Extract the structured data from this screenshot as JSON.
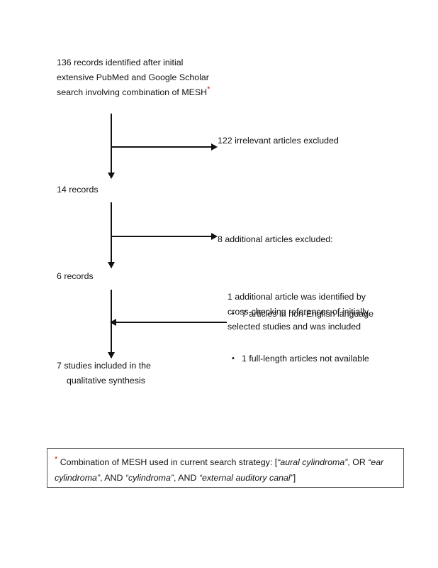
{
  "diagram": {
    "type": "prisma-flow-diagram",
    "stages": {
      "identified": {
        "text": "136 records identified after initial extensive PubMed and Google Scholar search involving combination of MESH",
        "marker": "*"
      },
      "records_14": "14 records",
      "records_6": "6 records",
      "final_line1": "7 studies included in the",
      "final_line2": "qualitative synthesis"
    },
    "exclusions": {
      "first": "122 irrelevant articles excluded",
      "second_lead": "8 additional articles excluded:",
      "second_items": [
        "7 articles in non-English language",
        "1 full-length articles not available"
      ]
    },
    "addition": {
      "text": "1 additional article was identified by cross-checking references of initially selected studies and was included"
    }
  },
  "footnote": {
    "marker": "*",
    "part1": " Combination of MESH used in current search strategy: [",
    "term1": "“aural cylindroma”",
    "sep1": ", OR ",
    "term2": "“ear cylindroma”",
    "sep2": ", AND ",
    "term3": "“cylindroma”",
    "sep3": ", AND ",
    "term4": "“external auditory canal”",
    "close": "]"
  },
  "colors": {
    "line": "#111111",
    "marker": "#b3261e",
    "box_border": "#595959"
  }
}
